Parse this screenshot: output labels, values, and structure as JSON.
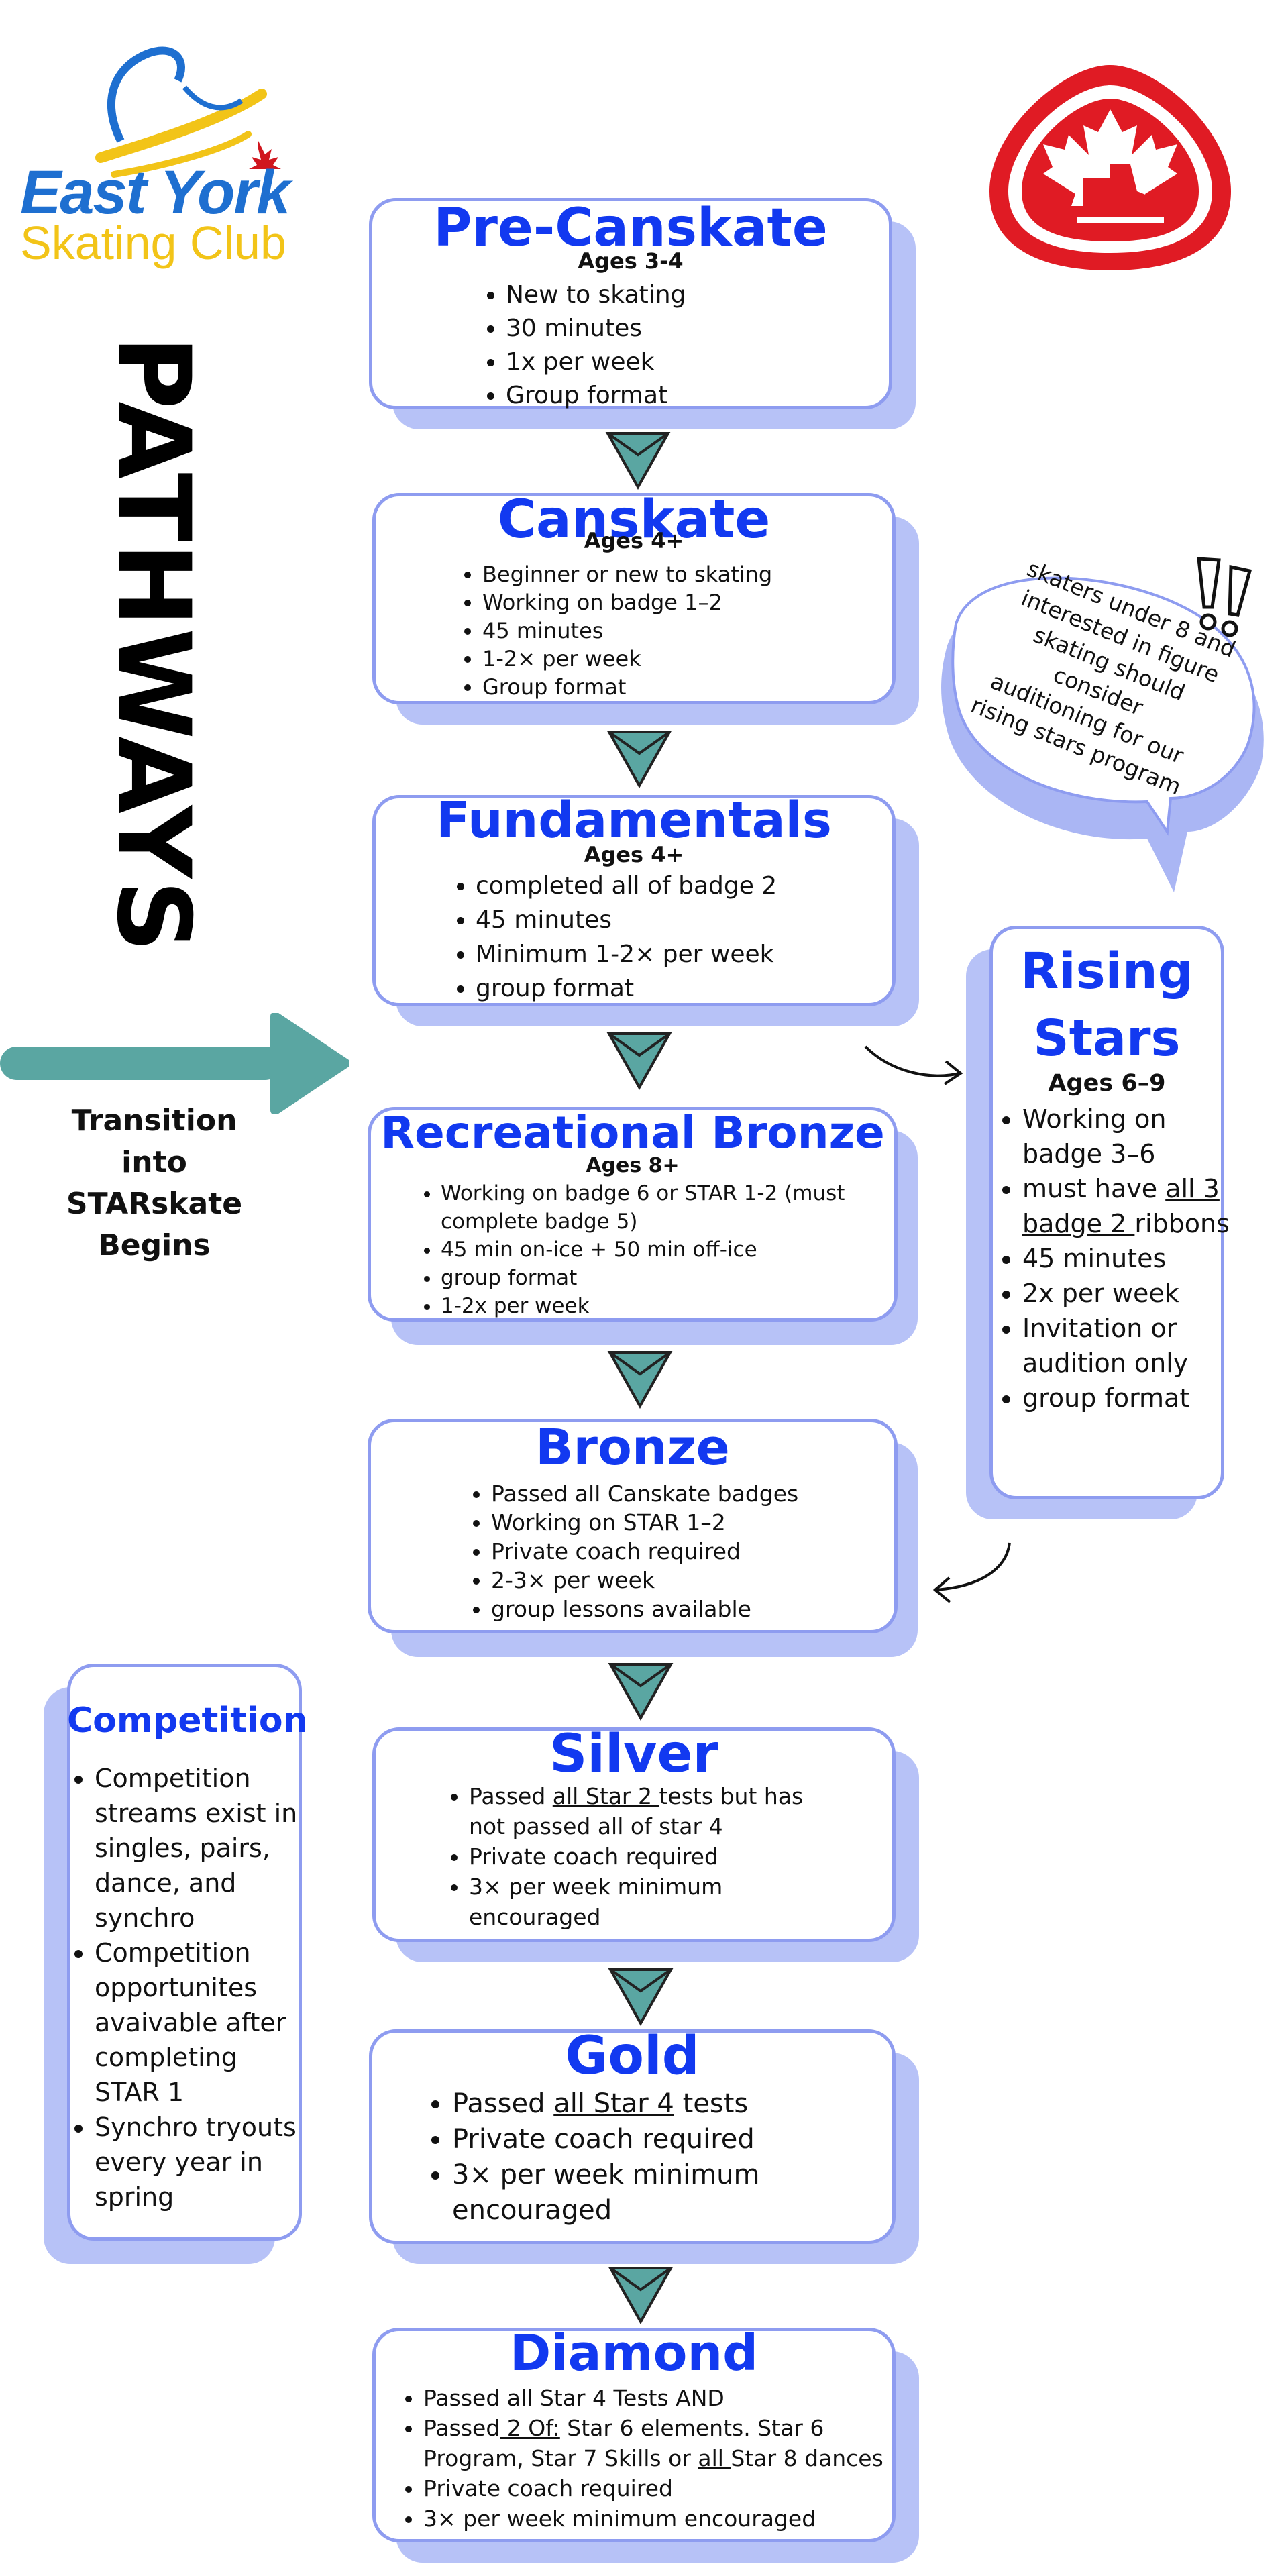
{
  "logo": {
    "line1": "East York",
    "line2": "Skating Club"
  },
  "sidebar_title": "PATHWAYS",
  "transition": {
    "line1": "Transition",
    "line2": "into",
    "line3": "STARskate",
    "line4": "Begins"
  },
  "bubble": {
    "line1": "skaters under 8 and",
    "line2": "interested in figure",
    "line3": "skating should consider",
    "line4": "auditioning for our",
    "line5": "rising stars program"
  },
  "cards": {
    "pre_canskate": {
      "title": "Pre-Canskate",
      "ages": "Ages 3-4",
      "items": [
        "New to skating",
        "30 minutes",
        "1x per week",
        "Group format"
      ]
    },
    "canskate": {
      "title": "Canskate",
      "ages": "Ages 4+",
      "items": [
        "Beginner or new to skating",
        "Working on badge 1–2",
        "45 minutes",
        "1-2× per week",
        "Group format"
      ]
    },
    "fundamentals": {
      "title": "Fundamentals",
      "ages": "Ages 4+",
      "items": [
        "completed all of badge 2",
        "45 minutes",
        "Minimum 1-2× per week",
        "group format"
      ]
    },
    "rec_bronze": {
      "title": "Recreational Bronze",
      "ages": "Ages 8+",
      "items": [
        "Working on badge 6 or STAR 1-2 (must complete badge 5)",
        "45 min on-ice + 50 min off-ice",
        "group format",
        "1-2x per week"
      ]
    },
    "bronze": {
      "title": "Bronze",
      "items": [
        "Passed all Canskate badges",
        "Working on STAR 1–2",
        "Private coach required",
        "2-3× per week",
        "group lessons available"
      ]
    },
    "silver": {
      "title": "Silver",
      "item1_pre": "Passed ",
      "item1_u": "all Star 2 ",
      "item1_post": "tests but has not passed all of star 4",
      "items": [
        "Private coach required",
        "3× per week minimum encouraged"
      ]
    },
    "gold": {
      "title": "Gold",
      "item1_pre": "Passed ",
      "item1_u": "all Star 4",
      "item1_post": " tests",
      "items": [
        "Private coach required",
        "3× per week minimum encouraged"
      ]
    },
    "diamond": {
      "title": "Diamond",
      "item1": "Passed all Star 4 Tests AND",
      "item2_a": "Passed",
      "item2_u1": " 2 Of:",
      "item2_b": " Star 6 elements. Star 6 Program, Star 7 Skills or ",
      "item2_u2": "all ",
      "item2_c": "Star 8 dances",
      "items": [
        "Private coach required",
        "3× per week minimum encouraged"
      ]
    },
    "rising": {
      "title1": "Rising",
      "title2": "Stars",
      "ages": "Ages 6–9",
      "item1": "Working on badge 3–6",
      "item2_pre": "must have ",
      "item2_u": "all 3 badge 2 ",
      "item2_post": "ribbons",
      "items": [
        "45 minutes",
        "2x per week",
        "Invitation or audition only",
        "group format"
      ]
    },
    "competition": {
      "title": "Competition",
      "items": [
        "Competition streams exist in singles, pairs, dance, and synchro",
        "Competition opportunites avaivable after completing STAR 1",
        "Synchro tryouts every year in spring"
      ]
    }
  },
  "colors": {
    "title_blue": "#1239f0",
    "border": "#8e9cf0",
    "shadow": "#b7c2f7",
    "teal": "#5aa6a2",
    "logo_blue": "#1e6fd0",
    "logo_yellow": "#f2c418",
    "canada_red": "#e01b24"
  }
}
